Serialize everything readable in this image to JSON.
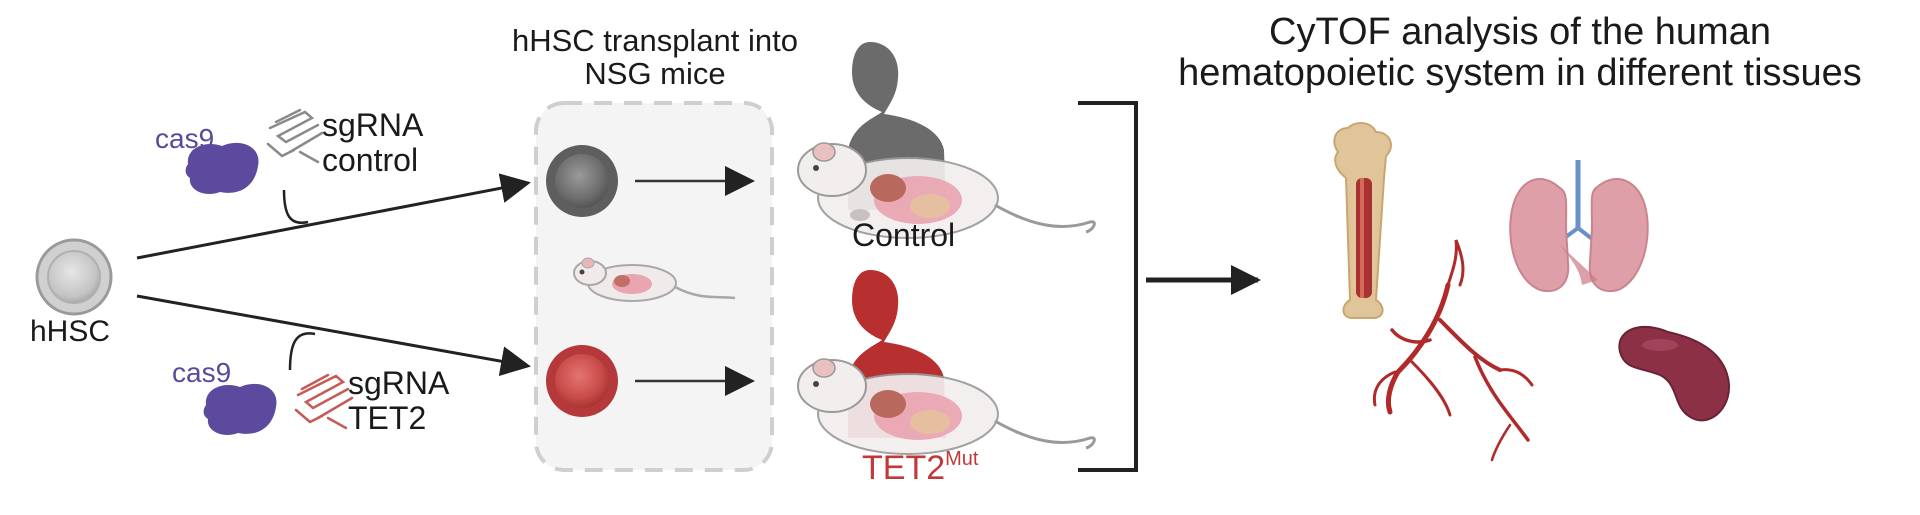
{
  "source": {
    "cell_label": "hHSC",
    "top_branch": {
      "enzyme": "cas9",
      "guide_line1": "sgRNA",
      "guide_line2": "control"
    },
    "bottom_branch": {
      "enzyme": "cas9",
      "guide_line1": "sgRNA",
      "guide_line2": "TET2"
    }
  },
  "transplant": {
    "title_line1": "hHSC transplant into",
    "title_line2": "NSG mice"
  },
  "groups": {
    "control_label": "Control",
    "mutant_label": "TET2",
    "mutant_superscript": "Mut"
  },
  "analysis": {
    "title_line1": "CyTOF analysis of the human",
    "title_line2": "hematopoietic system in different tissues",
    "tissue_icons": [
      "bone-marrow-icon",
      "lung-icon",
      "blood-vessel-icon",
      "spleen-icon"
    ]
  },
  "colors": {
    "enzyme": "#5a4a9c",
    "control_cell": "#7a7a7a",
    "mutant_cell": "#c84b48",
    "control_human": "#6e6e6e",
    "mutant_human": "#b9302f",
    "mutant_text": "#c0393a",
    "arrow": "#222222"
  }
}
